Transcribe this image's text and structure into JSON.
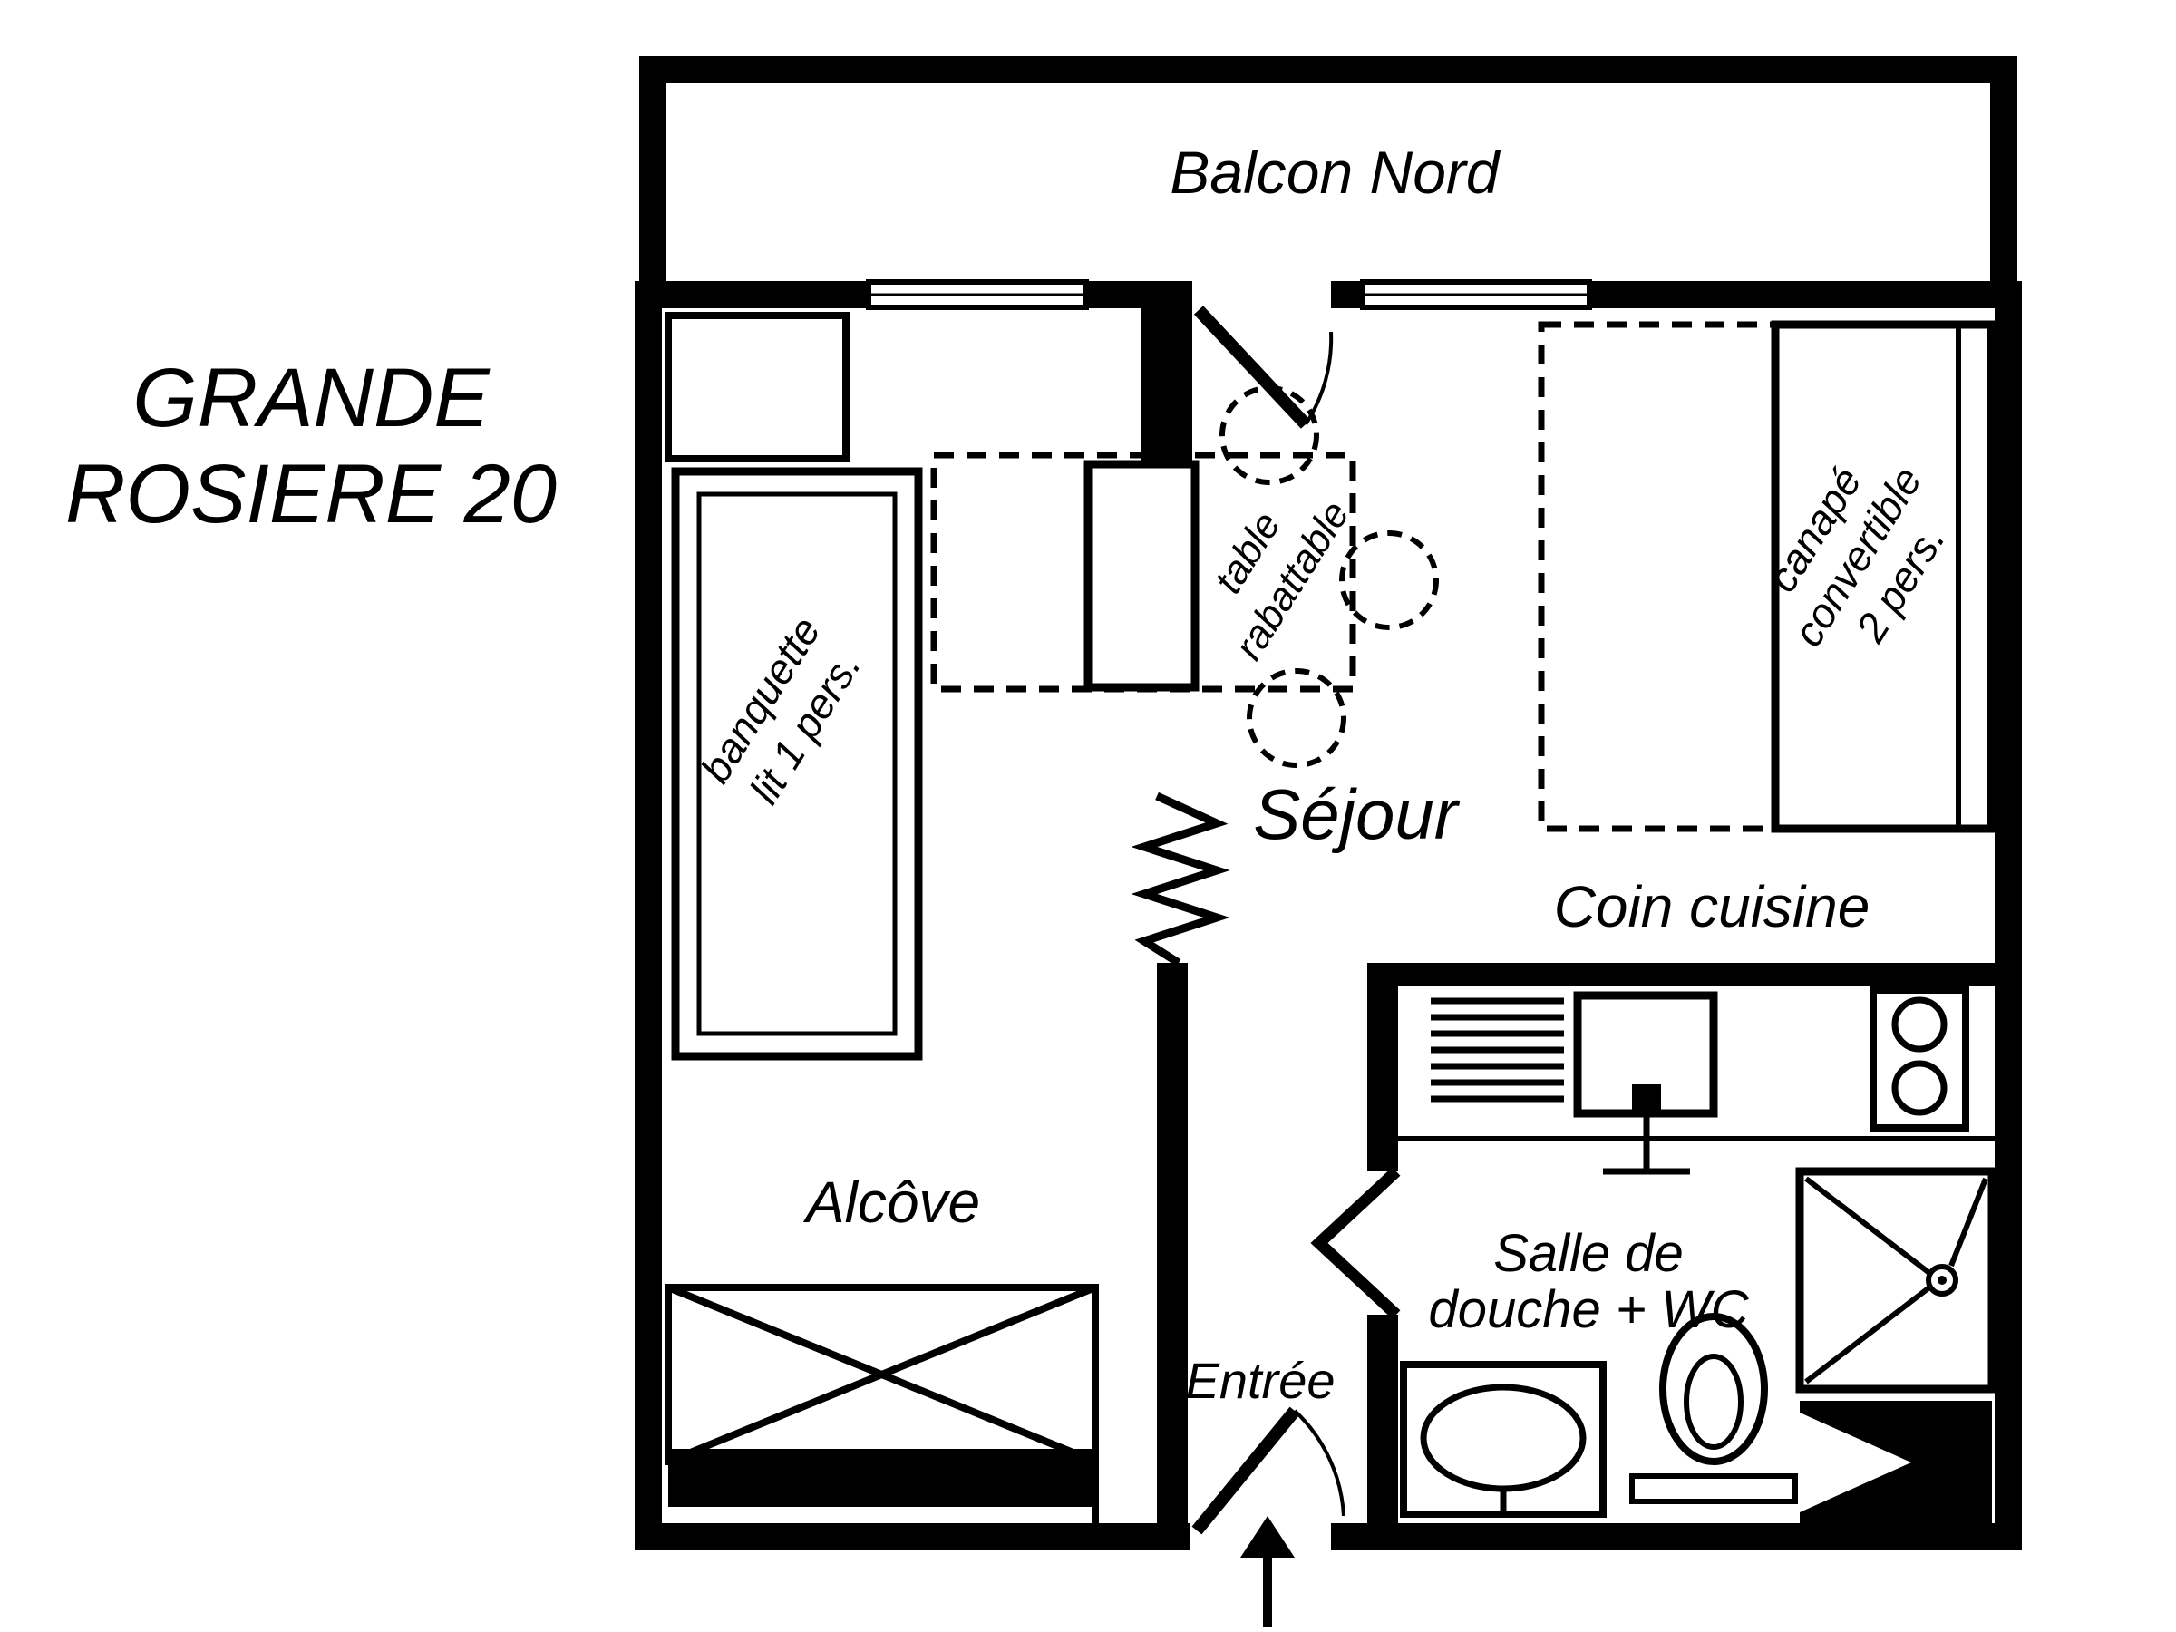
{
  "title": {
    "line1": "GRANDE",
    "line2": "ROSIERE 20"
  },
  "rooms": {
    "balcony": "Balcon Nord",
    "living_room": "Séjour",
    "kitchen": "Coin cuisine",
    "alcove": "Alcôve",
    "bathroom_line1": "Salle de",
    "bathroom_line2": "douche + WC",
    "entrance": "Entrée"
  },
  "furniture": {
    "bench_line1": "banquette",
    "bench_line2": "lit 1 pers.",
    "table_line1": "table",
    "table_line2": "rabattable",
    "sofa_line1": "canapé",
    "sofa_line2": "convertible",
    "sofa_line3": "2 pers."
  },
  "colors": {
    "ink": "#000000",
    "paper": "#ffffff"
  }
}
